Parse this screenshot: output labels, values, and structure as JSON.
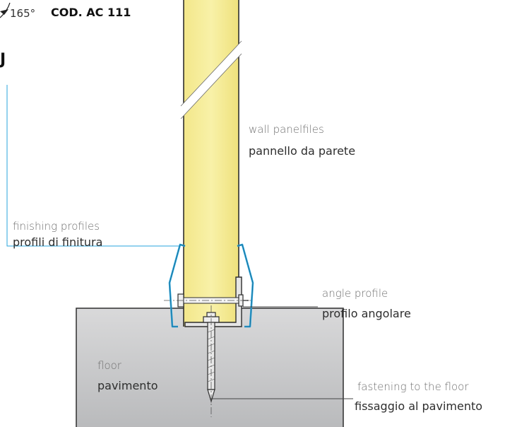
{
  "header": {
    "angle": "165°",
    "code": "COD. AC 111",
    "letter": "J"
  },
  "labels": {
    "wall_panel_en": "wall panelfiles",
    "wall_panel_it": "pannello da parete",
    "finishing_en": "finishing profiles",
    "finishing_it": "profili di finitura",
    "angle_en": "angle profile",
    "angle_it": "profilo angolare",
    "floor_en": "floor",
    "floor_it": "pavimento",
    "fastening_en": "fastening to the floor",
    "fastening_it": "fissaggio al pavimento"
  },
  "colors": {
    "panel_fill": "#f7ef9e",
    "floor_fill": "#cfd0d1",
    "finishing_profile": "#2aa6de",
    "outline": "#333333"
  }
}
